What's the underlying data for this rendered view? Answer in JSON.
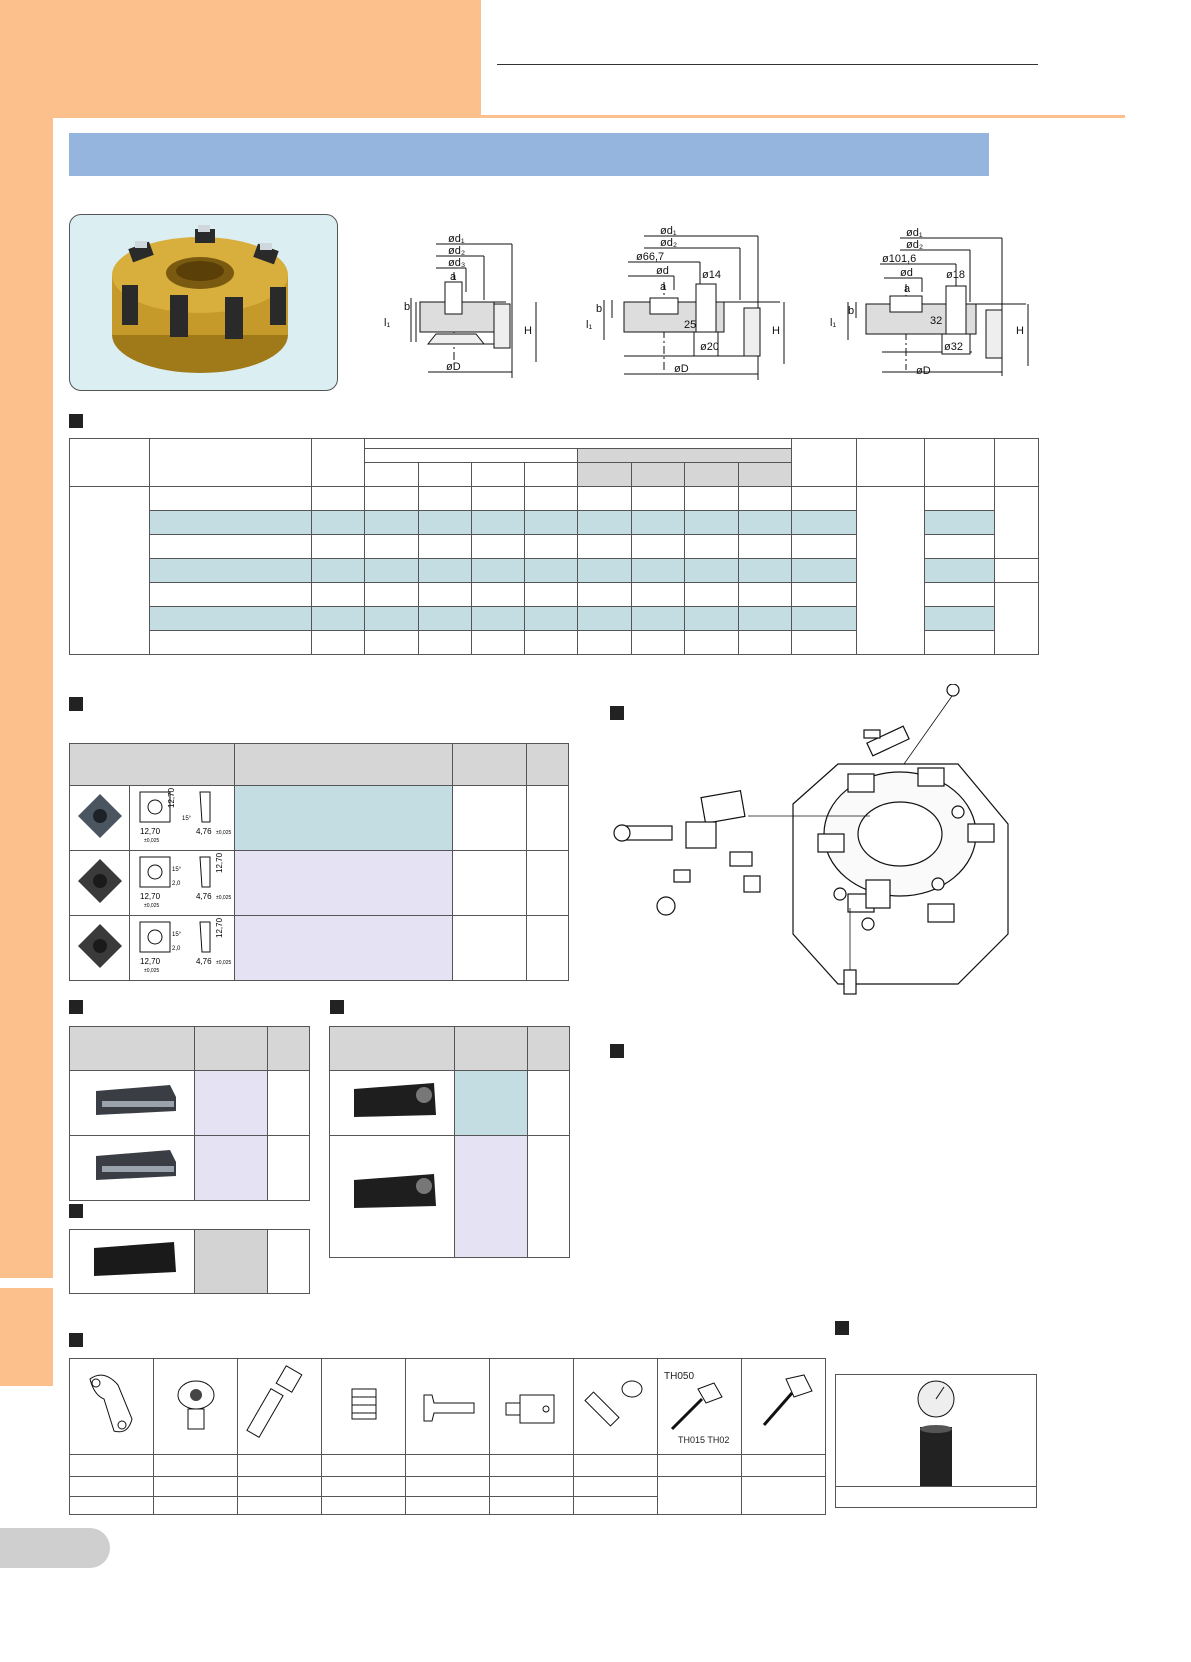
{
  "colors": {
    "header_orange": "#fbc08b",
    "title_bar_blue": "#95b5de",
    "row_teal": "#c3dde2",
    "cell_lavender": "#e4e2f3",
    "cell_grey": "#d3d3d3",
    "photo_bg": "#dbeff3"
  },
  "diagrams": {
    "left": {
      "d1": "ød₁",
      "d2": "ød₂",
      "d3": "ød₃",
      "a": "a",
      "b": "b",
      "l1": "l₁",
      "H": "H",
      "D": "øD"
    },
    "middle": {
      "d1": "ød₁",
      "d2": "ød₂",
      "d667": "ø66,7",
      "d": "ød",
      "d14": "ø14",
      "a": "a",
      "b": "b",
      "l1": "l₁",
      "v25": "25",
      "d20": "ø20",
      "H": "H",
      "D": "øD"
    },
    "right": {
      "d1": "ød₁",
      "d2": "ød₂",
      "d1016": "ø101,6",
      "d": "ød",
      "d18": "ø18",
      "a": "a",
      "b": "b",
      "l1": "l₁",
      "v32": "32",
      "d32": "ø32",
      "H": "H",
      "D": "øD"
    }
  },
  "inserts": {
    "dims": {
      "w": "12,70",
      "tol": "±0,025",
      "h": "12,70",
      "t": "4,76",
      "t_tol": "±0,025",
      "angle": "15°",
      "r": "2,0"
    }
  },
  "parts": {
    "tool_labels": {
      "th050": "TH050",
      "th015_th02": "TH015 TH02"
    }
  }
}
